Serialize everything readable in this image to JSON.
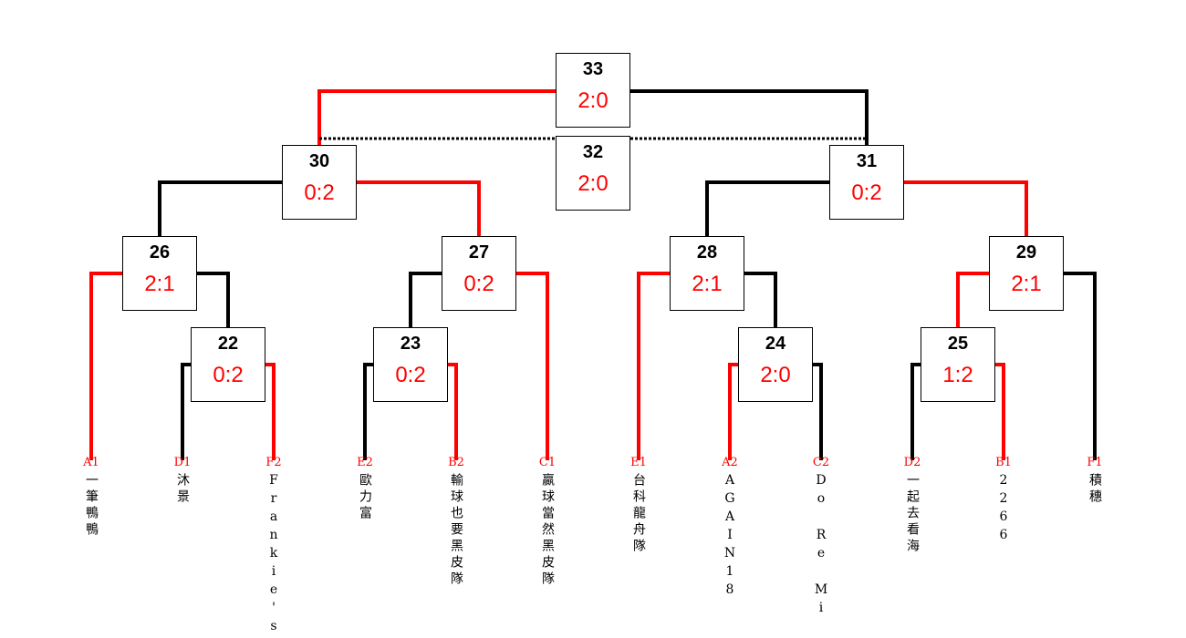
{
  "colors": {
    "win": "#ff0000",
    "lose": "#000000"
  },
  "matches": [
    {
      "id": "33",
      "score": "2:0"
    },
    {
      "id": "32",
      "score": "2:0"
    },
    {
      "id": "30",
      "score": "0:2"
    },
    {
      "id": "31",
      "score": "0:2"
    },
    {
      "id": "26",
      "score": "2:1"
    },
    {
      "id": "27",
      "score": "0:2"
    },
    {
      "id": "28",
      "score": "2:1"
    },
    {
      "id": "29",
      "score": "2:1"
    },
    {
      "id": "22",
      "score": "0:2"
    },
    {
      "id": "23",
      "score": "0:2"
    },
    {
      "id": "24",
      "score": "2:0"
    },
    {
      "id": "25",
      "score": "1:2"
    }
  ],
  "teams": [
    {
      "code": "A1",
      "name": "一筆鴨鴨"
    },
    {
      "code": "D1",
      "name": "沐景"
    },
    {
      "code": "F2",
      "name": "Frankie's"
    },
    {
      "code": "E2",
      "name": "歐力富"
    },
    {
      "code": "B2",
      "name": "輸球也要黑皮隊"
    },
    {
      "code": "C1",
      "name": "贏球當然黑皮隊"
    },
    {
      "code": "E1",
      "name": "台科龍舟隊"
    },
    {
      "code": "A2",
      "name": "AGAIN18"
    },
    {
      "code": "C2",
      "name": "Do Re Mi"
    },
    {
      "code": "D2",
      "name": "一起去看海"
    },
    {
      "code": "B1",
      "name": "2266"
    },
    {
      "code": "F1",
      "name": "積穗"
    }
  ]
}
